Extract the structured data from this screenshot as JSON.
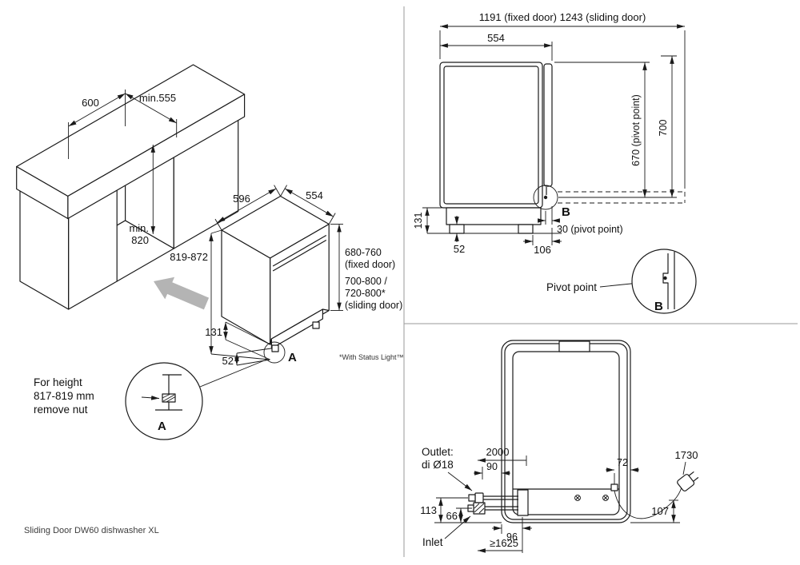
{
  "page": {
    "caption": "Sliding Door DW60 dishwasher XL"
  },
  "installation_view": {
    "opening_width": "600",
    "opening_depth": "min.555",
    "opening_height_1": "min.",
    "opening_height_2": "820",
    "dishwasher_width": "596",
    "dishwasher_depth": "554",
    "dishwasher_height": "819-872",
    "plinth_height": "131",
    "feet_height": "52",
    "fixed_door_height": "680-760",
    "fixed_door_note": "(fixed door)",
    "sliding_door_height_a": "700-800 /",
    "sliding_door_height_b": "720-800*",
    "sliding_door_note": "(sliding door)",
    "detail_marker": "A",
    "detail_label": "A",
    "note_line1": "For height",
    "note_line2": "817-819 mm",
    "note_line3": "remove nut",
    "footnote": "*With Status Light™"
  },
  "side_view": {
    "clearance": "1191 (fixed door) 1243 (sliding door)",
    "depth": "554",
    "pivot_drop": "670 (pivot point)",
    "pivot_rise": "700",
    "plinth_height": "131",
    "feet_height": "52",
    "base_depth": "106",
    "pivot_offset": "30 (pivot point)",
    "detail_marker": "B",
    "pivot_label": "Pivot point",
    "detail_label": "B"
  },
  "connections_view": {
    "drain_hose_length": "2000",
    "drain_offset": "90",
    "cord_offset": "72",
    "cord_length": "1730",
    "outlet_line1": "Outlet:",
    "outlet_line2": "di Ø18",
    "outlet_height": "113",
    "inlet_height": "66",
    "connection_offset": "96",
    "inlet_hose_length": "≥1625",
    "cord_height": "107",
    "inlet_label": "Inlet"
  }
}
